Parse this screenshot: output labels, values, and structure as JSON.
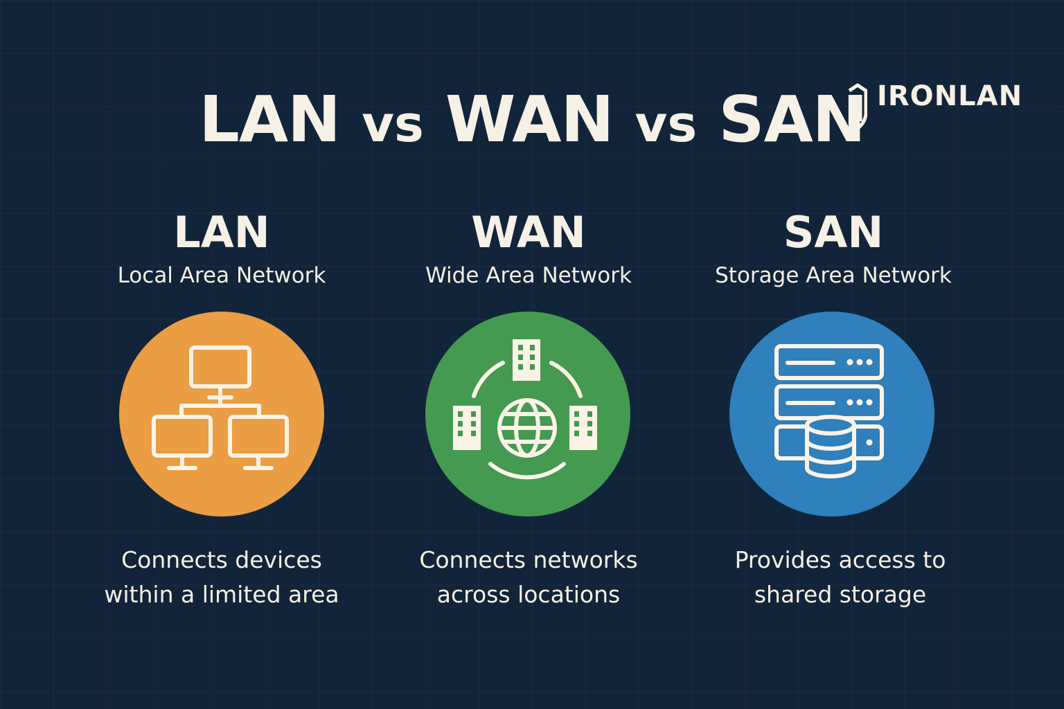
{
  "header": {
    "title_part1": "LAN",
    "title_vs1": "vs",
    "title_part2": "WAN",
    "title_vs2": "vs",
    "title_part3": "SAN",
    "brand": "IRONLAN"
  },
  "columns": [
    {
      "name": "LAN",
      "full_name": "Local Area Network",
      "icon": "network-computers-icon",
      "color": "#ea9d43",
      "description_line1": "Connects devices",
      "description_line2": "within a limited area"
    },
    {
      "name": "WAN",
      "full_name": "Wide Area Network",
      "icon": "globe-buildings-icon",
      "color": "#449a50",
      "description_line1": "Connects networks",
      "description_line2": "across locations"
    },
    {
      "name": "SAN",
      "full_name": "Storage Area Network",
      "icon": "server-storage-icon",
      "color": "#2f80bc",
      "description_line1": "Provides access to",
      "description_line2": "shared storage"
    }
  ],
  "colors": {
    "background": "#12243a",
    "text": "#f6f1e6"
  }
}
